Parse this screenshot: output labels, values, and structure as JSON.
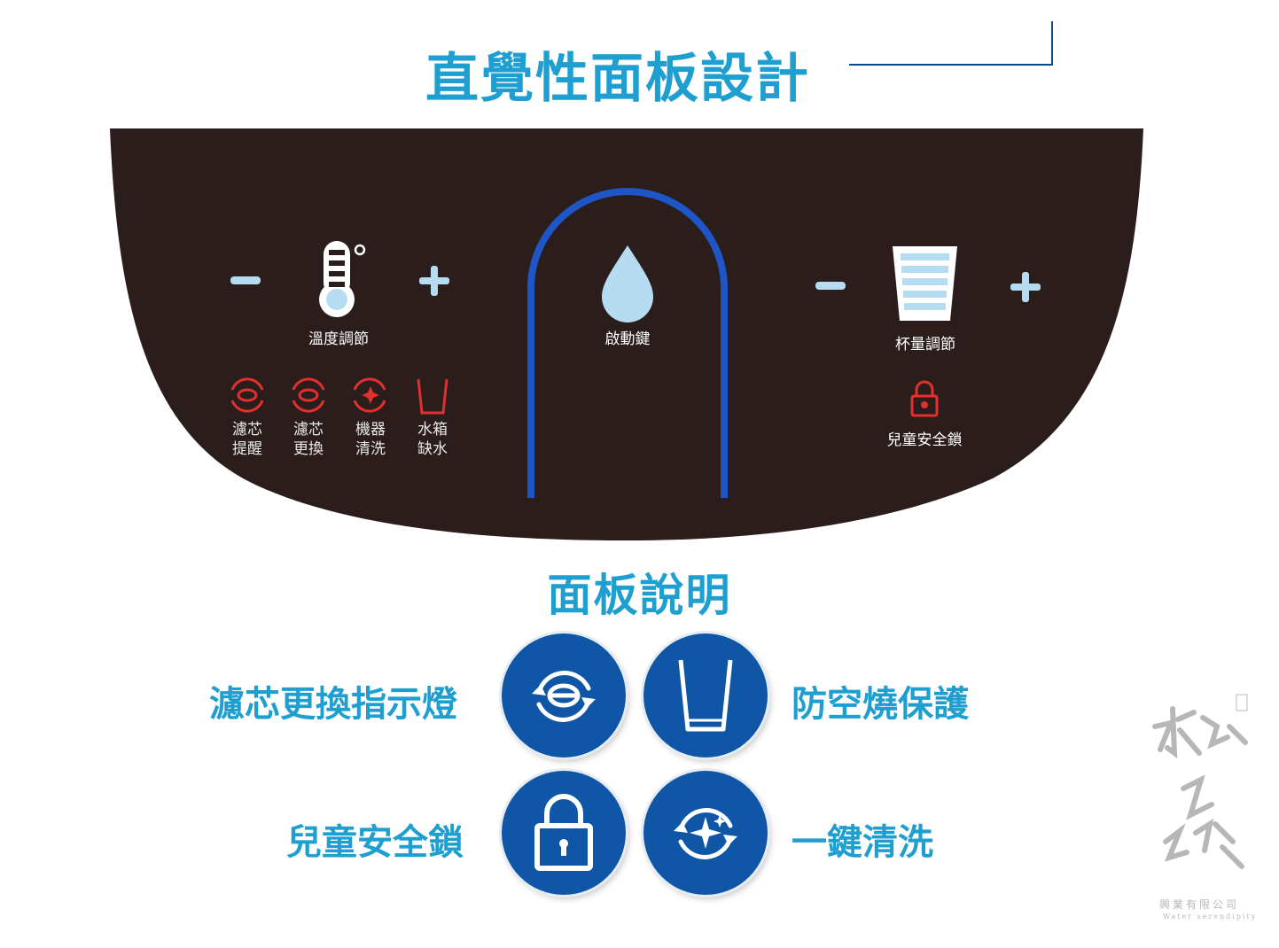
{
  "header": {
    "title": "直覺性面板設計"
  },
  "panel": {
    "temp_label": "溫度調節",
    "start_label": "啟動鍵",
    "cup_label": "杯量調節",
    "minus": "−",
    "plus": "+",
    "indicators": [
      {
        "line1": "濾芯",
        "line2": "提醒"
      },
      {
        "line1": "濾芯",
        "line2": "更換"
      },
      {
        "line1": "機器",
        "line2": "清洗"
      },
      {
        "line1": "水箱",
        "line2": "缺水"
      }
    ],
    "lock_label": "兒童安全鎖"
  },
  "legend": {
    "title": "面板說明",
    "items": [
      {
        "label": "濾芯更換指示燈",
        "icon": "filter-replace-icon"
      },
      {
        "label": "防空燒保護",
        "icon": "cup-icon"
      },
      {
        "label": "兒童安全鎖",
        "icon": "lock-icon"
      },
      {
        "label": "一鍵清洗",
        "icon": "clean-icon"
      }
    ]
  },
  "watermark": {
    "company": "興業有限公司",
    "english": "Water serendipity"
  },
  "colors": {
    "accent": "#1f9fd0",
    "navy": "#0f57a6",
    "panel": "#2a1d1b",
    "arch": "#1e56c8",
    "red": "#e0312e"
  }
}
